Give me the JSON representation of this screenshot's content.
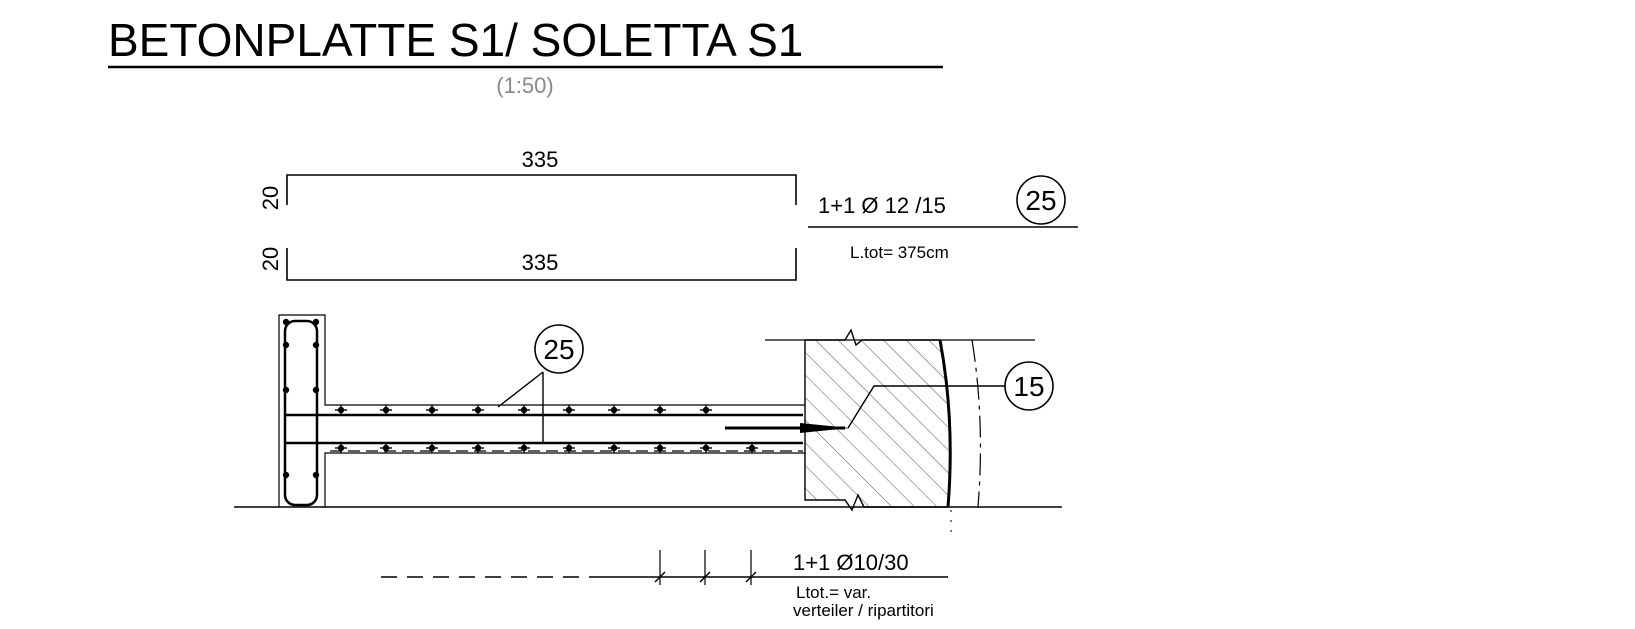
{
  "title": "BETONPLATTE  S1/ SOLETTA S1",
  "scale": "(1:50)",
  "bar_shape": {
    "top_length": "335",
    "top_hook": "20",
    "bottom_length": "335",
    "bottom_hook": "20"
  },
  "main_rebar": {
    "spec": "1+1 Ø 12  /15",
    "position": "25",
    "length": "L.tot= 375cm"
  },
  "section": {
    "callout_25": "25",
    "callout_15": "15"
  },
  "distribution_rebar": {
    "spec": "1+1 Ø10/30",
    "length": "Ltot.= var.",
    "note": "verteiler / ripartitori"
  }
}
